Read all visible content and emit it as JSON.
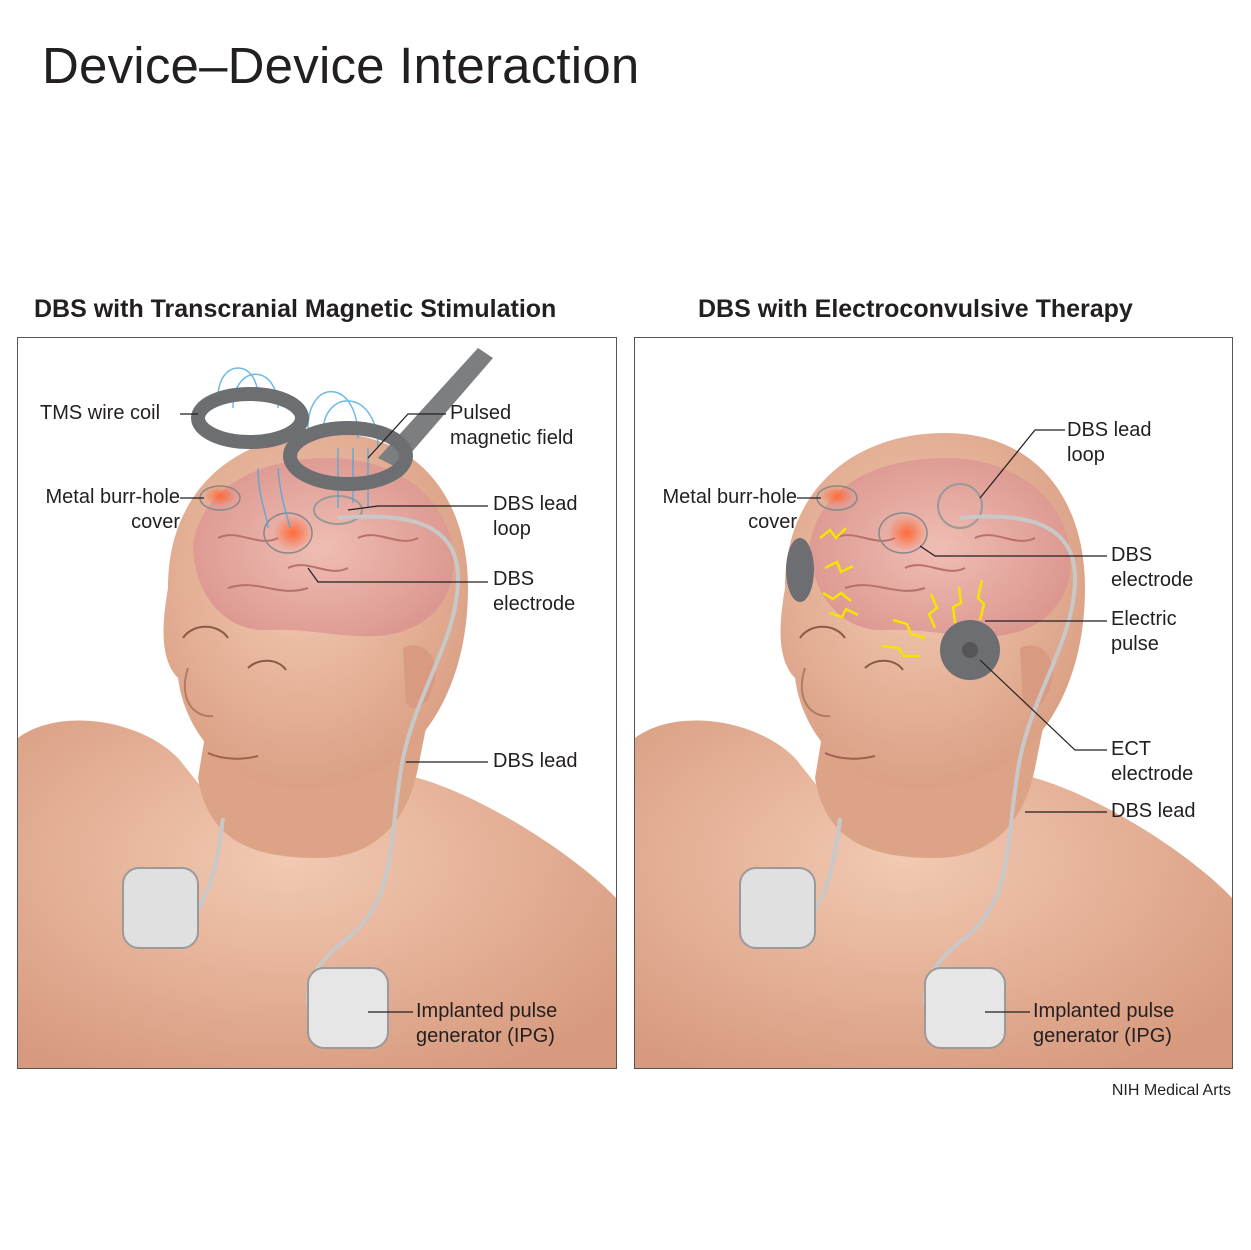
{
  "title": "Device–Device Interaction",
  "panels": {
    "left": {
      "title": "DBS with Transcranial Magnetic Stimulation",
      "labels": {
        "tms_coil": "TMS wire coil",
        "pulsed_field": "Pulsed\nmagnetic field",
        "burr_hole": "Metal burr-hole\ncover",
        "lead_loop": "DBS lead\nloop",
        "electrode": "DBS\nelectrode",
        "lead": "DBS lead",
        "ipg": "Implanted pulse\ngenerator (IPG)"
      }
    },
    "right": {
      "title": "DBS with Electroconvulsive Therapy",
      "labels": {
        "lead_loop": "DBS lead\nloop",
        "burr_hole": "Metal burr-hole\ncover",
        "electrode": "DBS\nelectrode",
        "electric_pulse": "Electric\npulse",
        "ect_electrode": "ECT\nelectrode",
        "lead": "DBS lead",
        "ipg": "Implanted pulse\ngenerator (IPG)"
      }
    }
  },
  "credit": "NIH Medical Arts",
  "colors": {
    "skin": "#e9b9a0",
    "brain": "#e3a5a0",
    "coil": "#6d6e71",
    "field": "#4aa8e0",
    "pulse": "#f5e400",
    "hotspot": "#e8452c"
  }
}
